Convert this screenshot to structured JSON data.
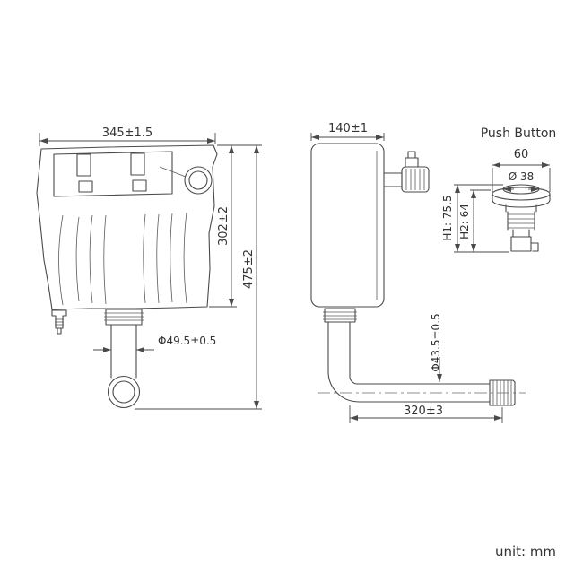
{
  "drawing": {
    "front_view": {
      "width": "345±1.5",
      "tank_height": "302±2",
      "total_height": "475±2",
      "outlet_diameter": "Φ49.5±0.5"
    },
    "side_view": {
      "depth": "140±1",
      "pipe_diameter": "Φ43.5±0.5",
      "pipe_length": "320±3"
    },
    "push_button": {
      "title": "Push Button",
      "width": "60",
      "button_diameter": "Ø 38",
      "h1": "H1: 75.5",
      "h2": "H2: 64"
    },
    "unit_label": "unit: mm"
  }
}
